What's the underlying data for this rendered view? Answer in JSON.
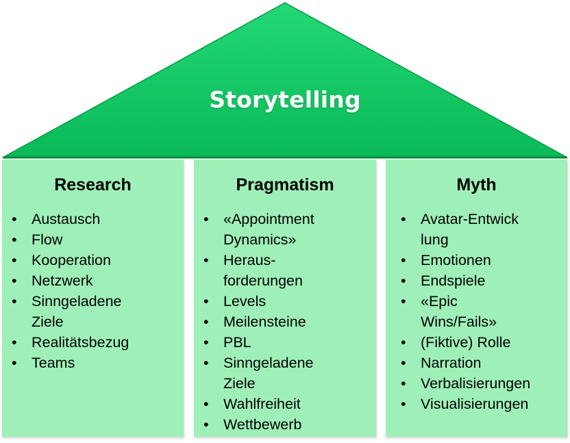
{
  "roof": {
    "title": "Storytelling",
    "colors": {
      "fill": "#0ecb5f",
      "fill_light": "#1ee07a",
      "edge": "#0b9a46"
    }
  },
  "pillar_color": "#9ff0b8",
  "pillars": [
    {
      "title": "Research",
      "items": [
        "Austausch",
        "Flow",
        "Kooperation",
        "Netzwerk",
        "Sinngeladene Ziele",
        "Realitätsbezug",
        "Teams"
      ]
    },
    {
      "title": "Pragmatism",
      "items": [
        "«Appointment Dynamics»",
        "Heraus-forderungen",
        "Levels",
        "Meilensteine",
        "PBL",
        "Sinngeladene Ziele",
        "Wahlfreiheit",
        "Wettbewerb"
      ]
    },
    {
      "title": "Myth",
      "items": [
        "Avatar-Entwicklung",
        "Emotionen",
        "Endspiele",
        "«Epic Wins/Fails»",
        "(Fiktive) Rolle",
        "Narration",
        "Verbalisierungen",
        "Visualisierungen"
      ]
    }
  ]
}
